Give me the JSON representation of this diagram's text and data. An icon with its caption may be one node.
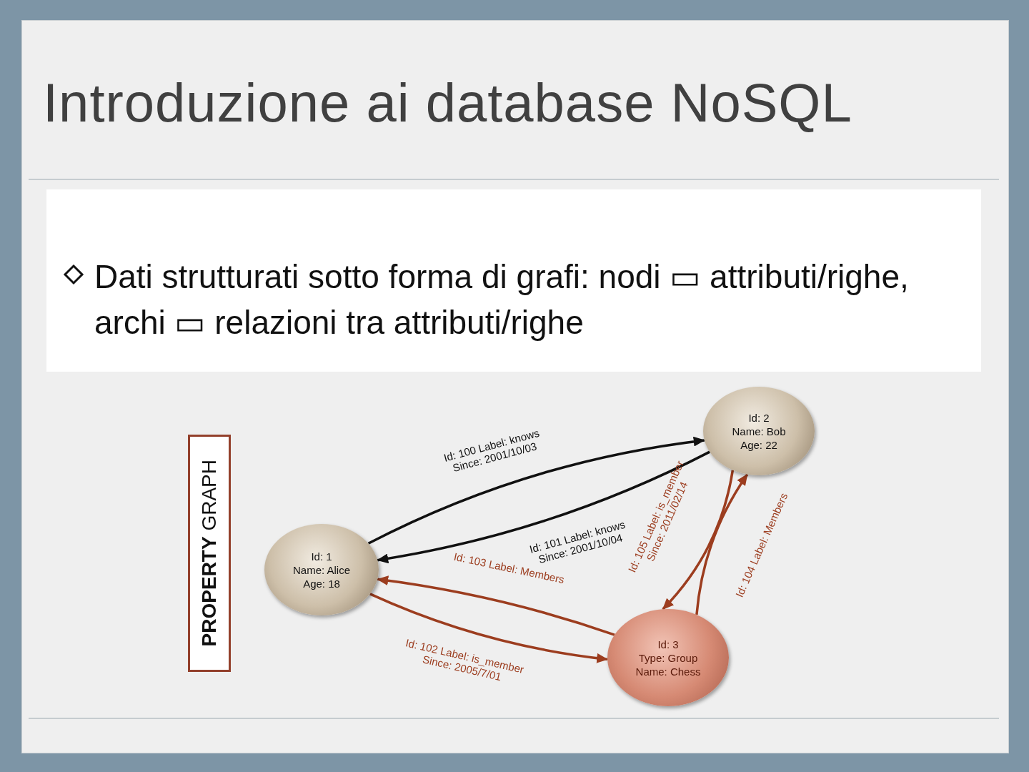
{
  "diagram": {
    "title": "Introduzione ai database NoSQL",
    "nodes": [
      {
        "text": [
          "**PROPERTY** GRAPH"
        ]
      },
      {
        "text": [
          "Id: 1",
          "Name: Alice",
          "Age: 18"
        ]
      },
      {
        "text": [
          "Id: 2",
          "Name: Bob",
          "Age: 22"
        ]
      },
      {
        "text": [
          "Id: 3",
          "Type: Group",
          "Name: Chess"
        ]
      }
    ],
    "edges": [
      {
        "from": 1,
        "to": 2,
        "arrow": "to",
        "label": "Id: 100 Label: knows Since: 2001/10/03",
        "color": "#111111"
      },
      {
        "from": 2,
        "to": 1,
        "arrow": "to",
        "label": "Id: 101 Label: knows Since: 2001/10/04",
        "color": "#111111"
      },
      {
        "from": 3,
        "to": 1,
        "arrow": "to",
        "label": "Id: 103 Label: Members"
      },
      {
        "from": 1,
        "to": 3,
        "arrow": "to",
        "label": "Id: 102 Label: is_member Since: 2005/7/01"
      },
      {
        "from": 2,
        "to": 3,
        "arrow": "to",
        "label": "Id: 105 Label: is_member Since: 2011/02/14"
      },
      {
        "from": 3,
        "to": 2,
        "arrow": "to",
        "label": "Id: 104 Label: Members"
      }
    ],
    "labels": [
      "Dati strutturati sotto forma di grafi: nodi ▭ attributi/righe, archi ▭ relazioni tra attributi/righe"
    ]
  }
}
